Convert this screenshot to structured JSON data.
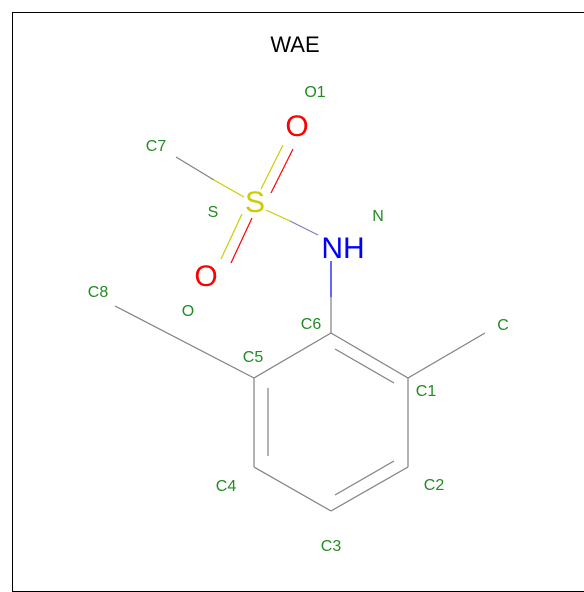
{
  "title": "WAE",
  "colors": {
    "bond": "#808080",
    "atom_label": "#228B22",
    "oxygen": "#ff0000",
    "sulfur": "#cccc00",
    "nitrogen": "#0000ff",
    "title": "#000000",
    "frame": "#000000"
  },
  "symbols": {
    "o_upper": "O",
    "o_lower": "O",
    "s": "S",
    "nh": "NH"
  },
  "labels": {
    "o1": "O1",
    "c7": "C7",
    "s": "S",
    "n": "N",
    "c8": "C8",
    "o": "O",
    "c6": "C6",
    "c": "C",
    "c5": "C5",
    "c1": "C1",
    "c4": "C4",
    "c2": "C2",
    "c3": "C3"
  }
}
